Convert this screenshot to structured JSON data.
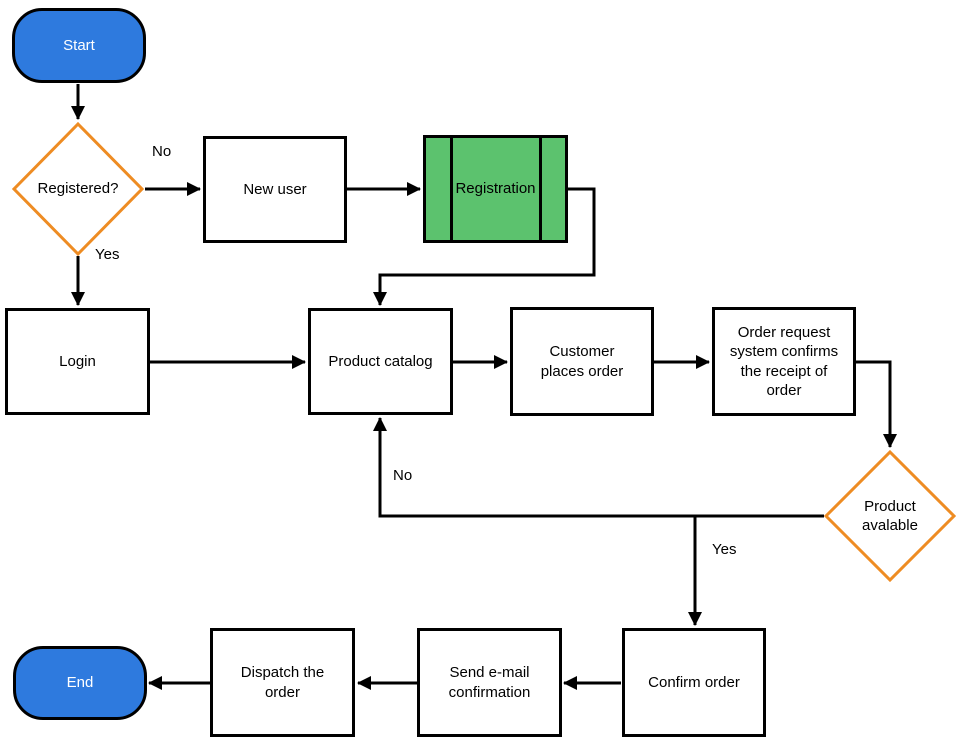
{
  "diagram": {
    "nodes": {
      "start": {
        "label": "Start",
        "shape": "terminator"
      },
      "registered": {
        "label": "Registered?",
        "shape": "decision"
      },
      "new_user": {
        "label": "New user",
        "shape": "process"
      },
      "registration": {
        "label": "Registration",
        "shape": "predefined-process"
      },
      "login": {
        "label": "Login",
        "shape": "process"
      },
      "product_catalog": {
        "label": "Product catalog",
        "shape": "process"
      },
      "customer_places_order": {
        "label": "Customer\nplaces order",
        "shape": "process"
      },
      "order_request": {
        "label": "Order request\nsystem confirms\nthe receipt of\norder",
        "shape": "process"
      },
      "product_available": {
        "label": "Product\navalable",
        "shape": "decision"
      },
      "confirm_order": {
        "label": "Confirm order",
        "shape": "process"
      },
      "send_email": {
        "label": "Send e-mail\nconfirmation",
        "shape": "process"
      },
      "dispatch": {
        "label": "Dispatch the\norder",
        "shape": "process"
      },
      "end": {
        "label": "End",
        "shape": "terminator"
      }
    },
    "edge_labels": {
      "registered_no": "No",
      "registered_yes": "Yes",
      "product_no": "No",
      "product_yes": "Yes"
    },
    "colors": {
      "terminator_fill": "#2e7ade",
      "terminator_text": "#ffffff",
      "predefined_fill": "#5cc26e",
      "decision_stroke": "#ee8c23",
      "process_fill": "#ffffff",
      "stroke": "#000000"
    }
  }
}
